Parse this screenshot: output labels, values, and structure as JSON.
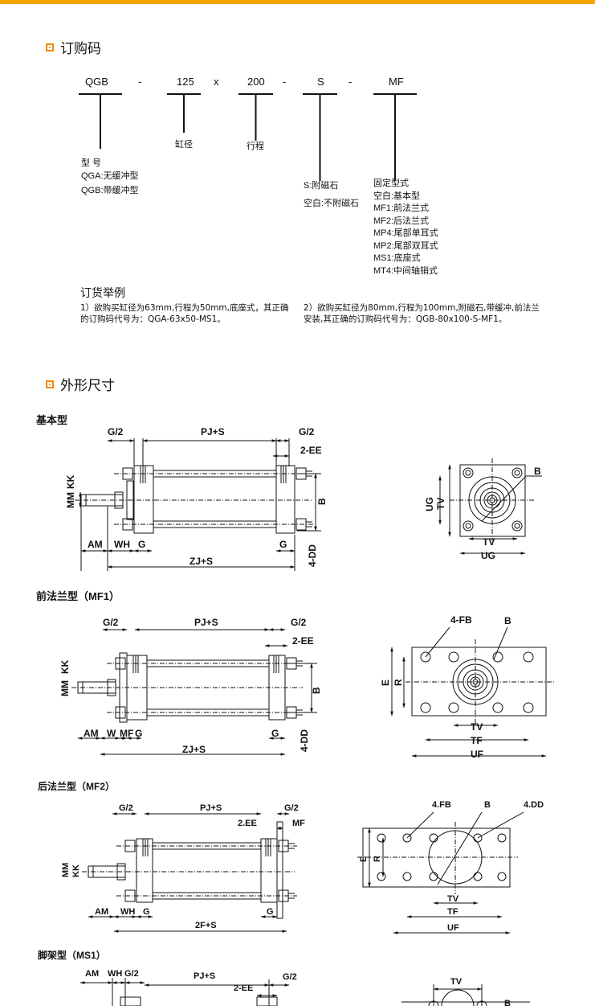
{
  "colors": {
    "accent": "#f5a400",
    "icon": "#f08a00"
  },
  "order_code": {
    "title": "订购码",
    "parts": [
      "QGB",
      "-",
      "125",
      "x",
      "200",
      "-",
      "S",
      "-",
      "MF"
    ],
    "bore_label": "缸径",
    "stroke_label": "行程",
    "model": {
      "heading": "型 号",
      "items": [
        "QGA:无缓冲型",
        "QGB:带缓冲型"
      ]
    },
    "magnet": {
      "items": [
        "S:附磁石",
        "空白:不附磁石"
      ]
    },
    "mount": {
      "heading": "固定型式",
      "items": [
        "空白:基本型",
        "MF1:前法兰式",
        "MF2:后法兰式",
        "MP4:尾部单耳式",
        "MP2:尾部双耳式",
        "MS1:底座式",
        "MT4:中间轴销式"
      ]
    },
    "example": {
      "heading": "订货举例",
      "items": [
        "1）欲购买缸径为63mm,行程为50mm,底座式，其正确的订购码代号为：QGA-63x50-MS1。",
        "2）欲购买缸径为80mm,行程为100mm,附磁石,带缓冲,前法兰安装,其正确的订购码代号为：QGB-80x100-S-MF1。"
      ]
    }
  },
  "dimensions": {
    "title": "外形尺寸",
    "basic": {
      "title": "基本型",
      "labels": {
        "g2a": "G/2",
        "pjs": "PJ+S",
        "g2b": "G/2",
        "ee": "2-EE",
        "kk": "KK",
        "mm": "MM",
        "b": "B",
        "dd": "4-DD",
        "am": "AM",
        "wh": "WH",
        "ga": "G",
        "gb": "G",
        "zjs": "ZJ+S",
        "ug_v": "UG",
        "tv_v": "TV",
        "b2": "B",
        "tv": "TV",
        "ug": "UG"
      }
    },
    "mf1": {
      "title": "前法兰型（MF1）",
      "labels": {
        "g2a": "G/2",
        "pjs": "PJ+S",
        "g2b": "G/2",
        "ee": "2-EE",
        "kk": "KK",
        "mm": "MM",
        "b": "B",
        "dd": "4-DD",
        "am": "AM",
        "w": "W",
        "mf": "MF",
        "ga": "G",
        "gb": "G",
        "zjs": "ZJ+S",
        "fb": "4-FB",
        "b2": "B",
        "e": "E",
        "r": "R",
        "tv": "TV",
        "tf": "TF",
        "uf": "UF"
      }
    },
    "mf2": {
      "title": "后法兰型（MF2）",
      "labels": {
        "g2a": "G/2",
        "pjs": "PJ+S",
        "g2b": "G/2",
        "ee": "2.EE",
        "mf": "MF",
        "mm": "MM",
        "kk": "KK",
        "am": "AM",
        "wh": "WH",
        "ga": "G",
        "gb": "G",
        "fs": "2F+S",
        "fb": "4.FB",
        "b2": "B",
        "dd": "4.DD",
        "e": "E",
        "r": "R",
        "tv": "TV",
        "tf": "TF",
        "uf": "UF"
      }
    },
    "ms1": {
      "title": "脚架型（MS1）",
      "labels": {
        "am": "AM",
        "wh": "WH",
        "g2a": "G/2",
        "pjs": "PJ+S",
        "ee": "2-EE",
        "g2b": "G/2",
        "tv": "TV",
        "b": "B"
      }
    }
  }
}
